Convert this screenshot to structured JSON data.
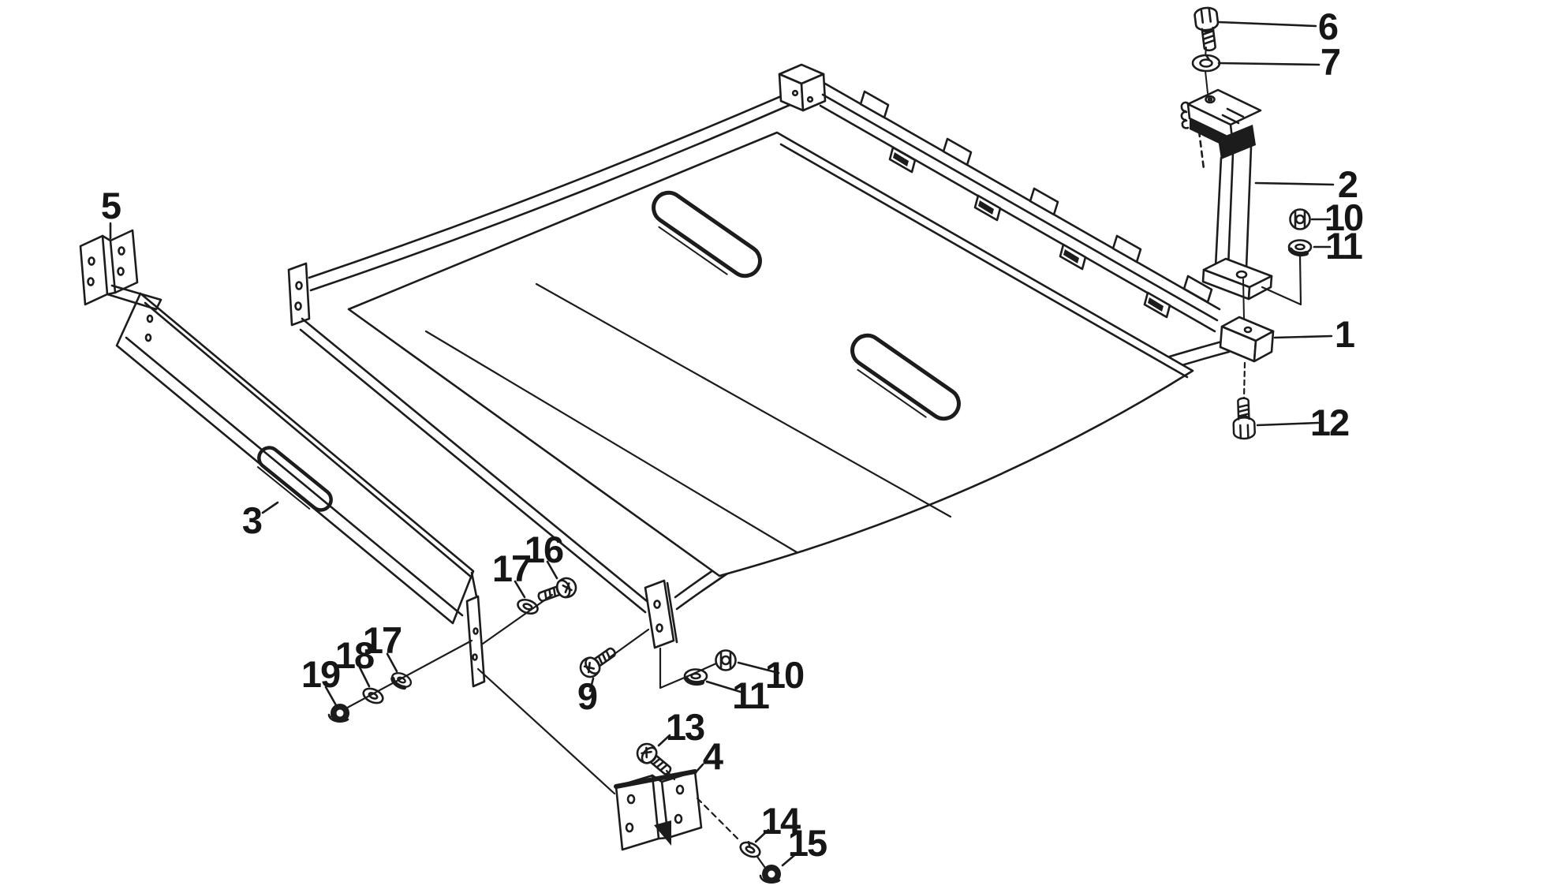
{
  "figure": {
    "kind": "exploded-parts-diagram",
    "description": "Exploded line drawing of a platform frame assembly: floor frame with slotted deck panel, side panel, support leg and mounting hardware",
    "background_color": "#ffffff",
    "line_color": "#1c1c1c",
    "visible_part_numbers": [
      "1",
      "2",
      "3",
      "4",
      "5",
      "6",
      "7",
      "9",
      "10",
      "11",
      "12",
      "13",
      "14",
      "15",
      "16",
      "17",
      "18",
      "19"
    ]
  },
  "callouts": [
    {
      "label": "6"
    },
    {
      "label": "7"
    },
    {
      "label": "2"
    },
    {
      "label": "10"
    },
    {
      "label": "11"
    },
    {
      "label": "1"
    },
    {
      "label": "12"
    },
    {
      "label": "5"
    },
    {
      "label": "3"
    },
    {
      "label": "16"
    },
    {
      "label": "17"
    },
    {
      "label": "9"
    },
    {
      "label": "10"
    },
    {
      "label": "11"
    },
    {
      "label": "13"
    },
    {
      "label": "4"
    },
    {
      "label": "14"
    },
    {
      "label": "15"
    },
    {
      "label": "17"
    },
    {
      "label": "18"
    },
    {
      "label": "19"
    }
  ]
}
